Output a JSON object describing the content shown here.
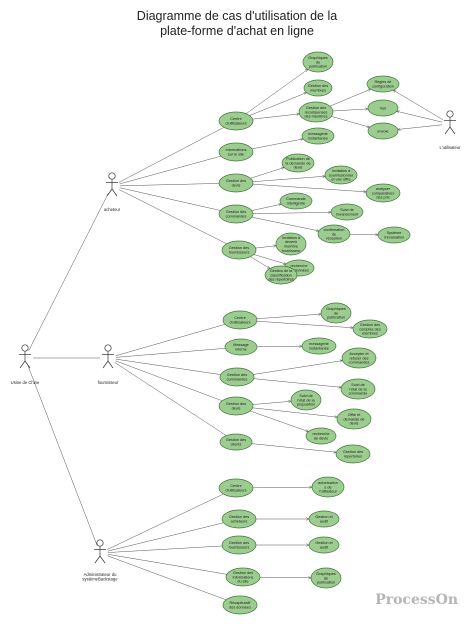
{
  "title": {
    "line1": "Diagramme de cas d'utilisation de la",
    "line2": "plate-forme d'achat en ligne"
  },
  "watermark": "ProcessOn",
  "actors": {
    "acheteur": "acheteur",
    "utilisateur": "L'utilisateur",
    "usine": "Usine de Chine",
    "fournisseur": "fournisseur",
    "admin": [
      "Administrateur du",
      "systèmeBackstage"
    ]
  },
  "use_cases": {
    "a_centre": [
      "Centre",
      "d'utilisateurs"
    ],
    "a_graph": [
      "Graphiques",
      "de",
      "publication"
    ],
    "a_gest_membres": [
      "Gestion des",
      "membres"
    ],
    "a_gest_recomp": [
      "Gestion des",
      "récompenses",
      "des membres"
    ],
    "u_regles": [
      "Règles de",
      "configuration"
    ],
    "u_voir": [
      "Voir"
    ],
    "u_envoi": [
      "envoie"
    ],
    "a_info_site": [
      "Informations",
      "sur le site"
    ],
    "a_messagerie": [
      "messagerie",
      "instantanée"
    ],
    "a_gest_devis": [
      "Gestion des",
      "devis"
    ],
    "a_pub_demande": [
      "Publication de",
      "la demande de",
      "devis"
    ],
    "a_invitation": [
      "Invitation à",
      "soumissionner",
      "et une offre"
    ],
    "a_analyser": [
      "analyser",
      "comparatives",
      "des prix"
    ],
    "a_gest_cmd": [
      "Gestion des",
      "commandes"
    ],
    "a_cmd_intel": [
      "Commande",
      "intelligente"
    ],
    "a_suivi_avanc": [
      "Suivi de",
      "l'avancement"
    ],
    "a_gest_fourn": [
      "Gestion des",
      "fournisseurs"
    ],
    "a_invit_membre": [
      "Invitation à",
      "devenir",
      "membre",
      "fournisseur"
    ],
    "a_confirm": [
      "confirmation",
      "de",
      "réception"
    ],
    "a_sys_eval": [
      "Système",
      "d'évaluation"
    ],
    "a_recherche": [
      "recherche",
      "de données"
    ],
    "a_classif": [
      "Gestion de la",
      "classification",
      "des répertoires"
    ],
    "f_centre": [
      "Centre",
      "d'utilisateurs"
    ],
    "f_graph": [
      "Graphiques",
      "de",
      "publication"
    ],
    "f_comptes": [
      "Gestion des",
      "comptes des",
      "membres"
    ],
    "f_msg": [
      "Message",
      "interne"
    ],
    "f_messagerie": [
      "messagerie",
      "instantanée"
    ],
    "f_gest_cmd": [
      "Gestion des",
      "commandes"
    ],
    "f_accepter": [
      "Accepter et",
      "refuser des",
      "commandes"
    ],
    "f_suivi_etat": [
      "Suivi de",
      "l'état de la",
      "commande"
    ],
    "f_gest_devis": [
      "Gestion des",
      "devis"
    ],
    "f_suivi_prop": [
      "Suivi de",
      "l'état de la",
      "proposition"
    ],
    "f_offre": [
      "Offre et",
      "demande de",
      "devis"
    ],
    "f_recherche": [
      "recherche",
      "de devis"
    ],
    "f_gest_clients": [
      "Gestion des",
      "clients"
    ],
    "f_repertoires": [
      "Gestion des",
      "répertoires"
    ],
    "s_centre": [
      "Centre",
      "d'utilisateurs"
    ],
    "s_autorisation": [
      "autorisation",
      "s de",
      "l'utilisateur"
    ],
    "s_gest_ach": [
      "Gestion des",
      "acheteurs"
    ],
    "s_audit1": [
      "Gestion et",
      "audit"
    ],
    "s_gest_fourn": [
      "Gestion des",
      "fournisseurs"
    ],
    "s_audit2": [
      "Gestion et",
      "audit"
    ],
    "s_gest_info": [
      "Gestion des",
      "informations",
      "du site"
    ],
    "s_graph": [
      "Graphiques",
      "de",
      "publication"
    ],
    "s_recap": [
      "Récapitulatif",
      "des données"
    ]
  }
}
